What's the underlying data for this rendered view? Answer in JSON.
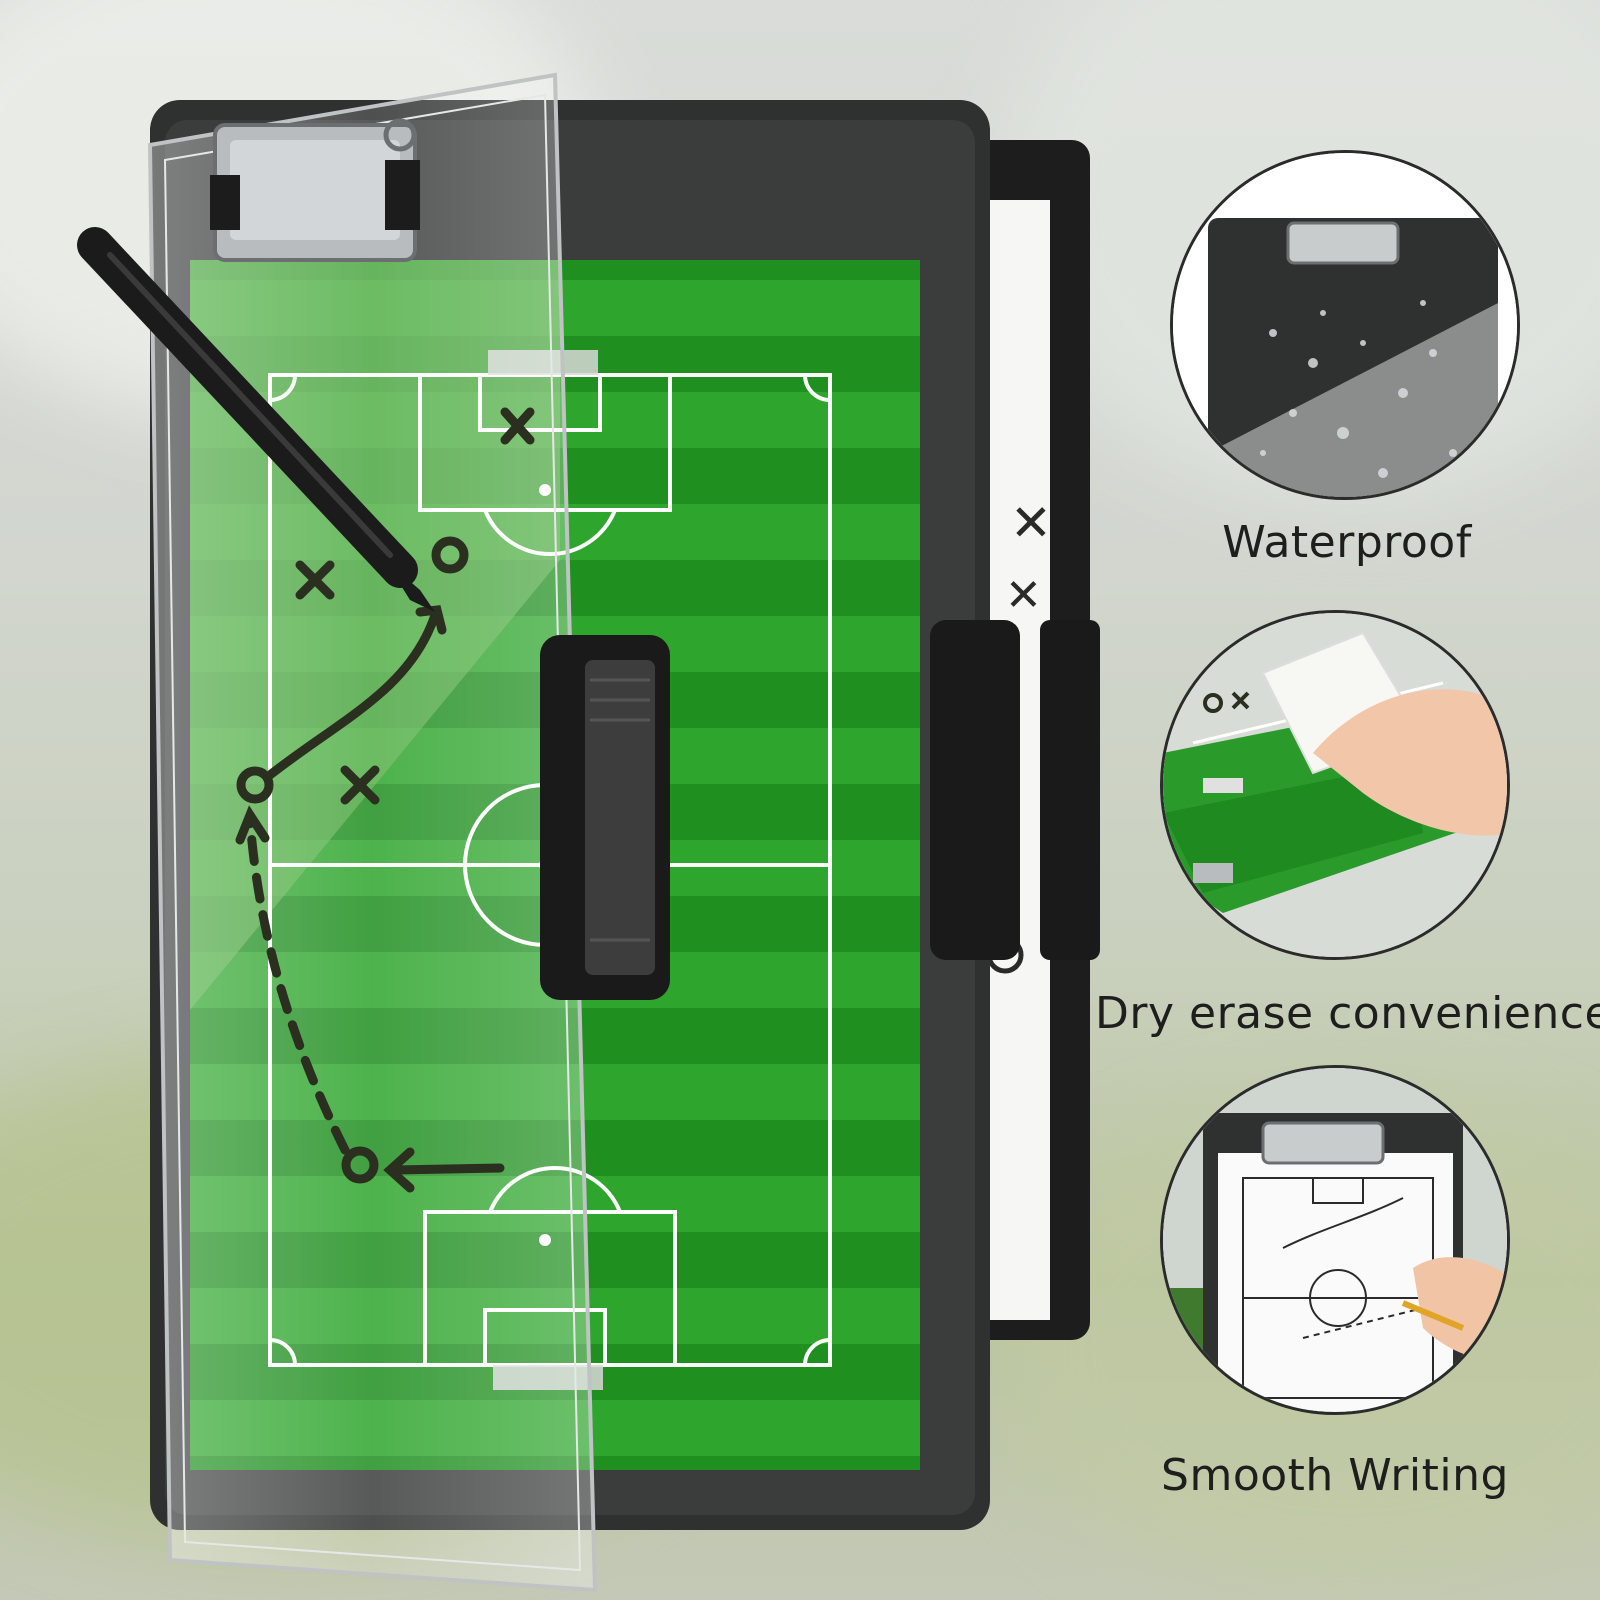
{
  "features": [
    {
      "id": "waterproof",
      "caption": "Waterproof",
      "icon": "water-drops-icon"
    },
    {
      "id": "dry-erase",
      "caption": "Dry erase convenience",
      "icon": "eraser-wipe-icon"
    },
    {
      "id": "smooth-writing",
      "caption": "Smooth Writing",
      "icon": "hand-writing-icon"
    }
  ],
  "product": {
    "name": "soccer-tactics-clipboard",
    "board_colors": {
      "field_light": "#3fae3a",
      "field_dark": "#1f8f1f",
      "field_stripe": "#29a12a",
      "case": "#2f3030",
      "case_edge": "#1b1b1b",
      "marker": "#2a2f1f"
    }
  }
}
